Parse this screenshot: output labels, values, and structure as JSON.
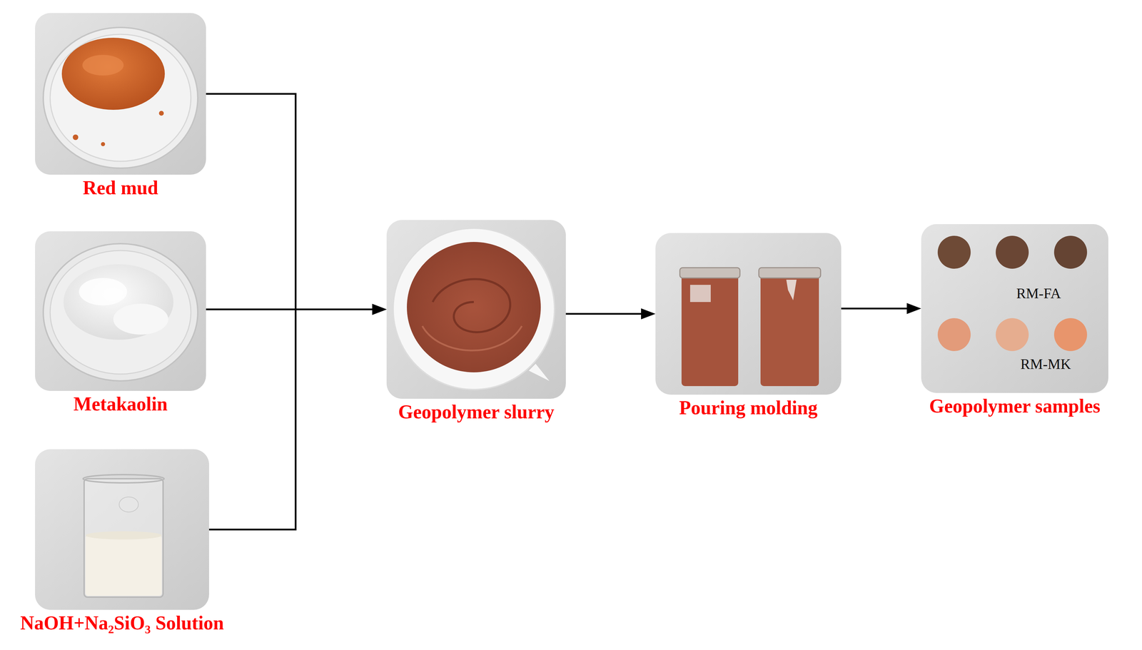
{
  "diagram": {
    "nodes": [
      {
        "text": [
          "Red mud"
        ]
      },
      {
        "text": [
          "Metakaolin"
        ]
      },
      {
        "text": [
          "NaOH+Na₂SiO₃ Solution"
        ]
      },
      {
        "text": [
          "Geopolymer slurry"
        ]
      },
      {
        "text": [
          "Pouring molding"
        ]
      },
      {
        "text": [
          "Geopolymer samples"
        ]
      }
    ],
    "edges": [
      {
        "from": 0,
        "to": 3,
        "arrow": "to"
      },
      {
        "from": 1,
        "to": 3,
        "arrow": "to"
      },
      {
        "from": 2,
        "to": 3,
        "arrow": "to"
      },
      {
        "from": 3,
        "to": 4,
        "arrow": "to"
      },
      {
        "from": 4,
        "to": 5,
        "arrow": "to"
      }
    ],
    "labels": [
      "RM-FA",
      "RM-MK"
    ]
  }
}
